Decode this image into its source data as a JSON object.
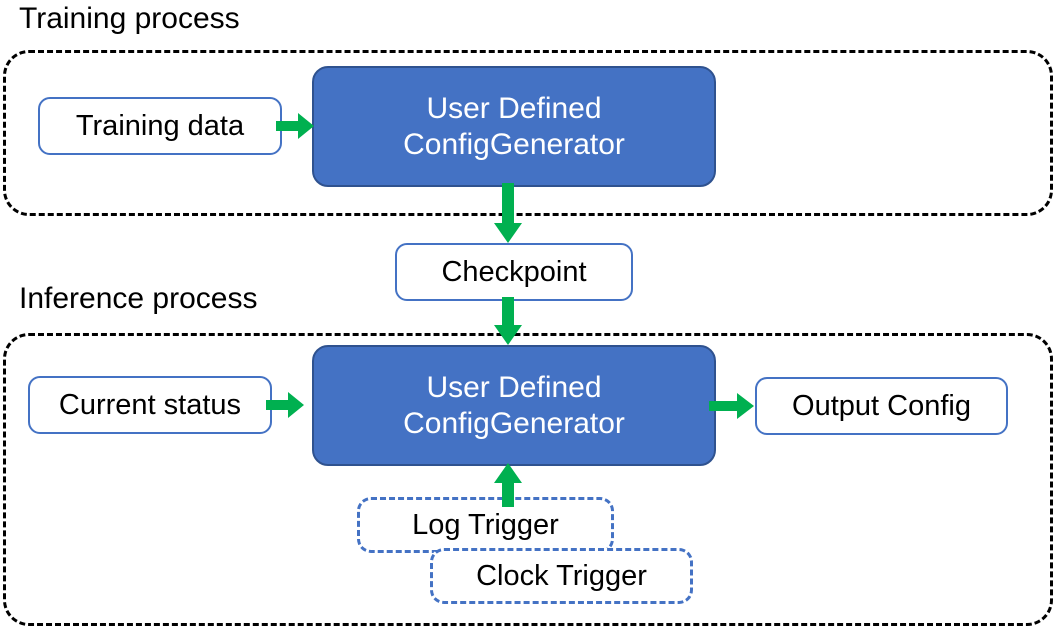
{
  "diagram": {
    "title_training": "Training process",
    "title_inference": "Inference process",
    "colors": {
      "primary_fill": "#4472C4",
      "primary_border": "#2F528F",
      "node_border": "#4472C4",
      "arrow": "#00B050",
      "group_border": "#000000",
      "text_dark": "#000000",
      "text_light": "#FFFFFF"
    },
    "nodes": {
      "training_data": "Training data",
      "generator_train": "User Defined\nConfigGenerator",
      "checkpoint": "Checkpoint",
      "current_status": "Current status",
      "generator_infer": "User Defined\nConfigGenerator",
      "output_config": "Output Config",
      "log_trigger": "Log Trigger",
      "clock_trigger": "Clock Trigger"
    },
    "arrows": [
      {
        "name": "training-data-to-generator",
        "from": "Training data",
        "to": "User Defined ConfigGenerator",
        "direction": "right"
      },
      {
        "name": "generator-to-checkpoint",
        "from": "User Defined ConfigGenerator",
        "to": "Checkpoint",
        "direction": "down"
      },
      {
        "name": "checkpoint-to-generator",
        "from": "Checkpoint",
        "to": "User Defined ConfigGenerator",
        "direction": "down"
      },
      {
        "name": "current-status-to-generator",
        "from": "Current status",
        "to": "User Defined ConfigGenerator",
        "direction": "right"
      },
      {
        "name": "generator-to-output-config",
        "from": "User Defined ConfigGenerator",
        "to": "Output Config",
        "direction": "right"
      },
      {
        "name": "triggers-to-generator",
        "from": "Log Trigger / Clock Trigger",
        "to": "User Defined ConfigGenerator",
        "direction": "up"
      }
    ]
  }
}
